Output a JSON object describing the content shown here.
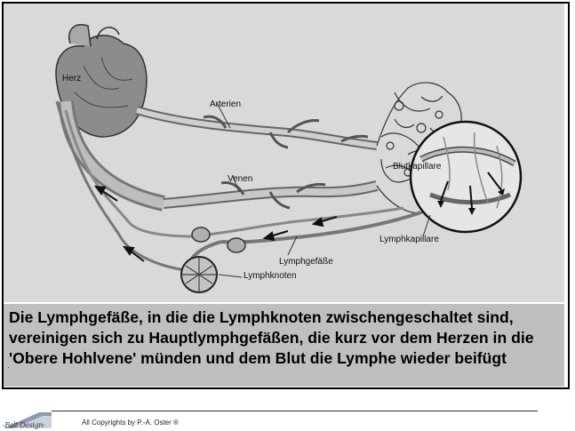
{
  "diagram": {
    "labels": {
      "herz": "Herz",
      "arterien": "Arterien",
      "venen": "Venen",
      "blutkapillare": "Blutkapillare",
      "lymphkapillare": "Lymphkapillare",
      "lymphgefaesse": "Lymphgefäße",
      "lymphknoten": "Lymphknoten"
    }
  },
  "caption": {
    "text": "Die Lymphgefäße, in die die Lymphknoten zwischengeschaltet sind, vereinigen sich zu Hauptlymphgefäßen, die kurz vor dem Herzen in die 'Obere Hohlvene' münden und dem Blut die Lymphe wieder beifügt"
  },
  "footer": {
    "copyright": "All Copyrights by P.-A. Oster ®",
    "logo_text": "-Falt Design-"
  }
}
